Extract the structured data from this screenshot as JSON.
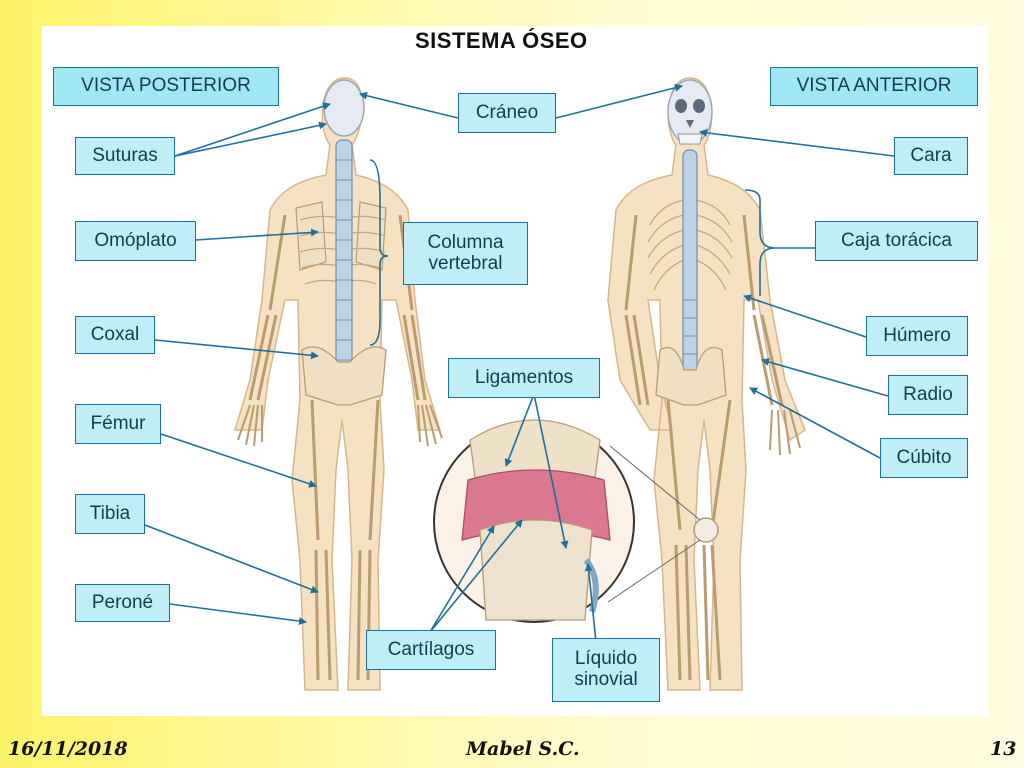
{
  "title": "SISTEMA ÓSEO",
  "views": {
    "posterior": "VISTA POSTERIOR",
    "anterior": "VISTA ANTERIOR"
  },
  "labels": {
    "craneo": "Cráneo",
    "suturas": "Suturas",
    "omoplato": "Omóplato",
    "columna": "Columna\nvertebral",
    "coxal": "Coxal",
    "femur": "Fémur",
    "tibia": "Tibia",
    "perone": "Peroné",
    "ligamentos": "Ligamentos",
    "cartilagos": "Cartílagos",
    "liquido": "Líquido\nsinovial",
    "cara": "Cara",
    "caja": "Caja torácica",
    "humero": "Húmero",
    "radio": "Radio",
    "cubito": "Cúbito"
  },
  "footer": {
    "date": "16/11/2018",
    "author": "Mabel S.C.",
    "page": "13"
  },
  "colors": {
    "label_fill": "#bfeef8",
    "label_border": "#1b6f9a",
    "arrow": "#1f6f9a",
    "bone": "#f3dcb8",
    "spine": "#bcd2e6",
    "ligament": "#d9788e"
  }
}
